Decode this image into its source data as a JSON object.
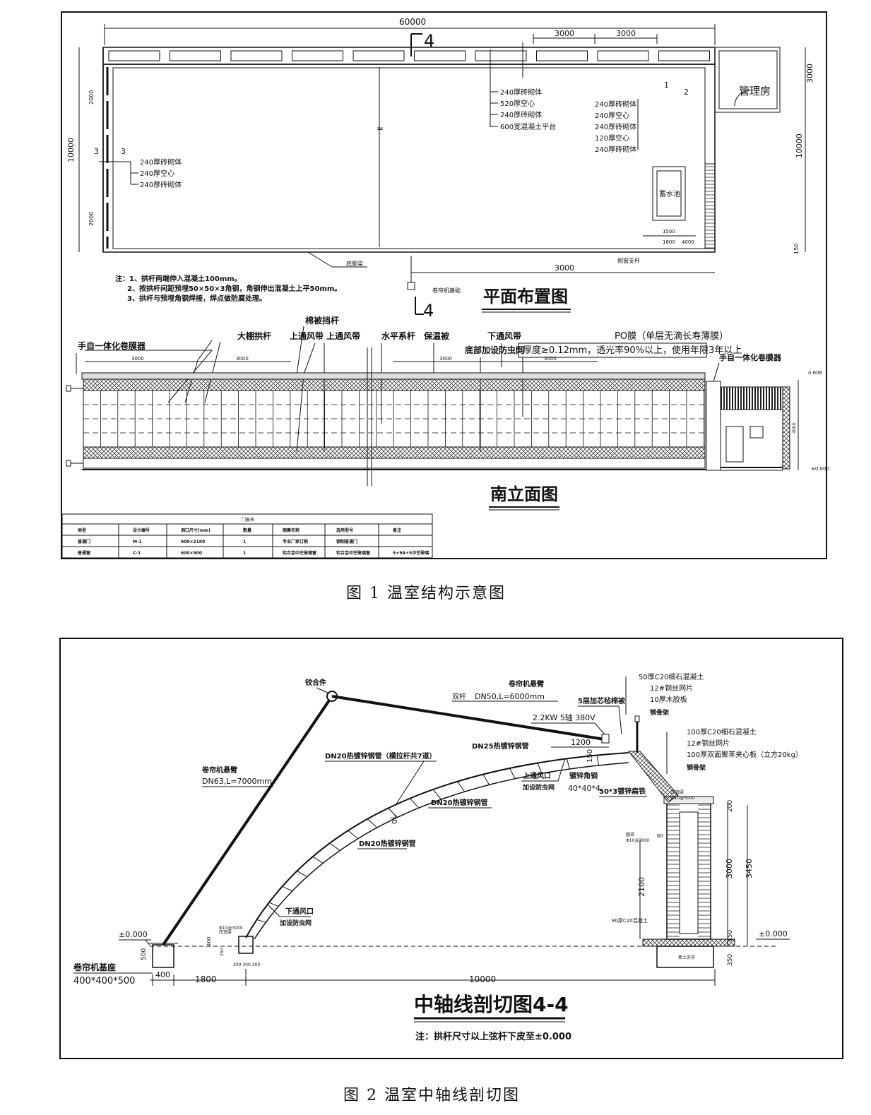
{
  "figure1": {
    "caption": "图 1   温室结构示意图",
    "plan": {
      "title": "平面布置图",
      "dims": {
        "total_length": "60000",
        "d3000a": "3000",
        "d3000b": "3000",
        "d10000_left": "10000",
        "d10000_right": "10000",
        "d3000_right": "3000",
        "d3000_bottom": "3000",
        "d2000": "2000",
        "d150": "150",
        "d1500": "1500",
        "d1600": "1600",
        "d4000": "4000"
      },
      "section_marks": {
        "top": "4",
        "bottom": "4",
        "left_a": "3",
        "left_b": "3",
        "right_a": "1",
        "right_b": "2"
      },
      "wall_notes_middle": [
        "240厚砖砌体",
        "520厚空心",
        "240厚砖砌体",
        "600宽混凝土平台"
      ],
      "wall_notes_right": [
        "240厚砖砌体",
        "240厚空心",
        "240厚砖砌体",
        "120厚空心",
        "240厚砖砌体"
      ],
      "wall_notes_left": [
        "240厚砖砌体",
        "240厚空心",
        "240厚砖砌体"
      ],
      "room_label": "管理房",
      "pool_label": "蓄水池",
      "foundation_label": "底脚梁",
      "roller_base_label": "卷帘机基础",
      "bracket_label": "侧窗支杆",
      "notes": [
        "注：1、拱杆两端伸入混凝土100mm。",
        "2、按拱杆间距预埋50×50×3角钢，角钢伸出混凝土上平50mm。",
        "3、拱杆与预埋角钢焊接，焊点做防腐处理。"
      ]
    },
    "elevation": {
      "title": "南立面图",
      "labels": [
        "手自一体化卷膜器",
        "棉被挡杆",
        "大棚拱杆",
        "上通风带",
        "上通风带",
        "水平系杆",
        "保温被",
        "下通风带",
        "底部加设防虫网"
      ],
      "po_film_title": "PO膜（单层无滴长寿薄膜）",
      "po_film_spec": "厚度≥0.12mm，透光率90%以上，使用年限3年以上",
      "right_roller": "手自一体化卷膜器",
      "dims": {
        "s3000a": "3000",
        "s3000b": "3000",
        "s3000c": "3000",
        "s3000d": "3000"
      },
      "levels": {
        "top": "4.606",
        "zero": "±0.000",
        "mid": "4000"
      }
    },
    "door_table": {
      "title": "门窗表",
      "headers": [
        "类型",
        "设计编号",
        "洞口尺寸(mm)",
        "数量",
        "图集名称",
        "选用型号",
        "备注"
      ],
      "rows": [
        [
          "普通门",
          "M-1",
          "900×2100",
          "1",
          "专业厂家订购",
          "钢制普通门",
          ""
        ],
        [
          "普通窗",
          "C-1",
          "600×900",
          "1",
          "铝合金中空玻璃窗",
          "铝合金中空玻璃窗",
          "5+9A+5中空玻璃"
        ]
      ]
    }
  },
  "figure2": {
    "caption": "图 2   温室中轴线剖切图",
    "title": "中轴线剖切图4-4",
    "note": "注：拱杆尺寸以上弦杆下皮至±0.000",
    "labels": {
      "hinge": "铰合件",
      "roller_arm": "卷帘机悬臂",
      "double_rod": "双杆",
      "dn50": "DN50,L=6000mm",
      "five_layer": "5层加芯毡棉被",
      "motor": "2.2KW 5轴 380V",
      "d1200": "1200",
      "dn25": "DN25热镀锌钢管",
      "dn20_top": "DN20热镀锌钢管（横拉杆共7道）",
      "upper_vent": "上通风口",
      "upper_net": "加设防虫网",
      "angle_steel": "镀锌角钢",
      "angle_size": "40*40*4",
      "flat_steel": "50*3镀锌扁铁",
      "dn20_mid": "DN20热镀锌钢管",
      "dn20_low": "DN20热镀锌钢管",
      "d70": "70",
      "d150_top": "150",
      "arm_dn63": "卷帘机悬臂",
      "arm_dn63_spec": "DN63,L=7000mm",
      "lower_vent": "下通风口",
      "lower_net": "加设防虫网",
      "base_title": "卷帘机基座",
      "base_size": "400*400*500",
      "zero_left": "±0.000",
      "zero_right": "±0.000",
      "d500": "500",
      "d400": "400",
      "d1800": "1800",
      "d10000": "10000",
      "d2100": "2100",
      "d3000": "3000",
      "d3450": "3450",
      "d200": "200",
      "d150": "150",
      "d350": "350",
      "d60": "60",
      "pipe_top": "Φ10@3000",
      "pipe_mid": "Φ10@3000",
      "pipe_left": "Φ10@3000",
      "concrete_pad": "80厚C20混凝土",
      "soil": "素土夯实",
      "brick_cap": "压顶梁",
      "ring_beam": "圈梁",
      "left_beam": "压顶梁",
      "d300": "300",
      "d30300": "300 300 300",
      "d400b": "400",
      "d250": "250",
      "roof_top": [
        "50厚C20细石混凝土",
        "12#钢丝网片",
        "10厚木胶板",
        "钢骨架"
      ],
      "roof_side": [
        "100厚C20细石混凝土",
        "12#钢丝网片",
        "100厚双面聚苯夹心板（立方20kg）",
        "钢骨架"
      ]
    }
  }
}
